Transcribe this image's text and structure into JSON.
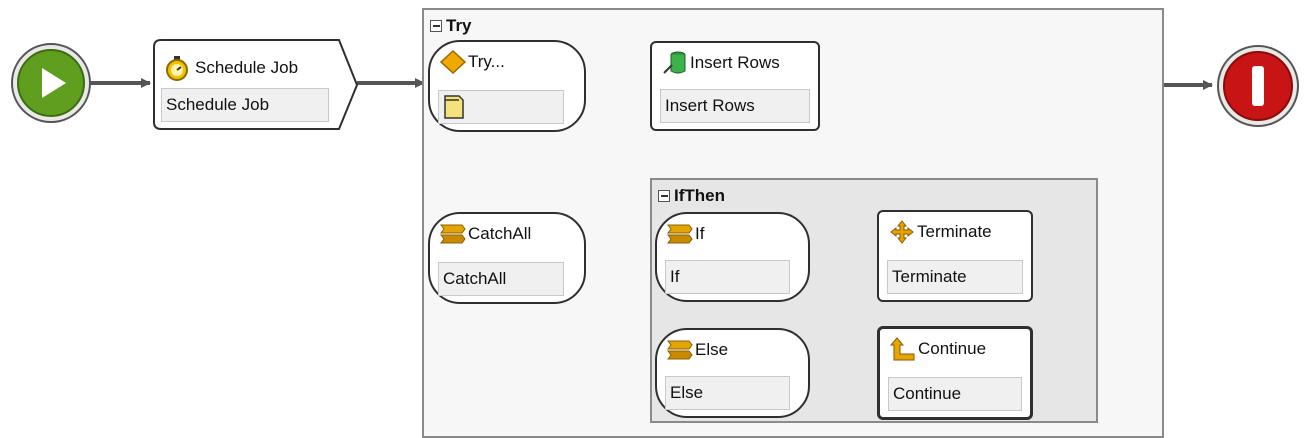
{
  "groups": {
    "try": {
      "title": "Try"
    },
    "ifthen": {
      "title": "IfThen"
    }
  },
  "nodes": {
    "schedule_job": {
      "title": "Schedule Job",
      "subtitle": "Schedule Job",
      "icon": "stopwatch-icon"
    },
    "try": {
      "title": "Try...",
      "subtitle": "",
      "icon": "diamond-icon",
      "sub_icon": "document-icon"
    },
    "insert_rows": {
      "title": "Insert Rows",
      "subtitle": "Insert Rows",
      "icon": "database-insert-icon"
    },
    "catchall": {
      "title": "CatchAll",
      "subtitle": "CatchAll",
      "icon": "branch-icon"
    },
    "if": {
      "title": "If",
      "subtitle": "If",
      "icon": "branch-icon"
    },
    "else": {
      "title": "Else",
      "subtitle": "Else",
      "icon": "branch-icon"
    },
    "terminate": {
      "title": "Terminate",
      "subtitle": "Terminate",
      "icon": "four-way-arrow-icon"
    },
    "continue": {
      "title": "Continue",
      "subtitle": "Continue",
      "icon": "corner-arrow-icon"
    }
  },
  "colors": {
    "start": "#5f9e1f",
    "end": "#c81414",
    "wire": "#555555",
    "icon_gold": "#e0a000"
  }
}
